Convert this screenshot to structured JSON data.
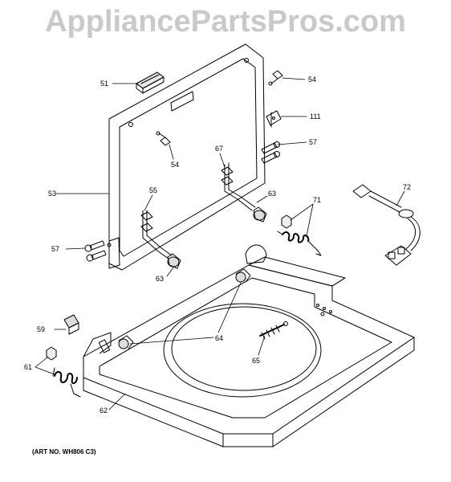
{
  "watermark": "AppliancePartsPros.com",
  "art_number": "(ART NO. WH806 C3)",
  "callouts": {
    "c51": "51",
    "c54a": "54",
    "c54b": "54",
    "c111": "111",
    "c57a": "57",
    "c57b": "57",
    "c67": "67",
    "c53": "53",
    "c55": "55",
    "c63a": "63",
    "c63b": "63",
    "c71": "71",
    "c72": "72",
    "c64": "64",
    "c59": "59",
    "c65": "65",
    "c61": "61",
    "c62": "62"
  }
}
